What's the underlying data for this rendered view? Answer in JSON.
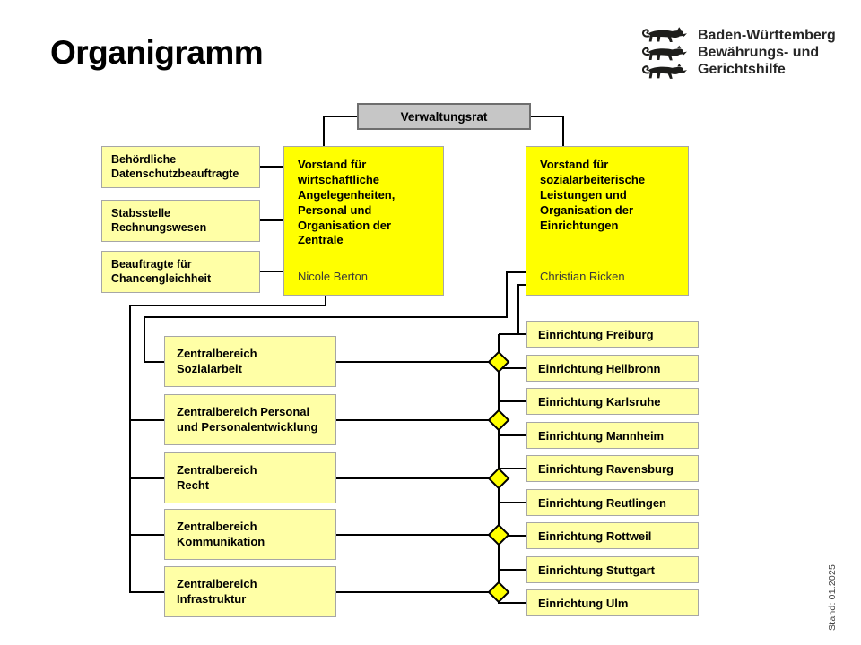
{
  "page": {
    "title": "Organigramm",
    "stand_note": "Stand: 01.2025"
  },
  "logo": {
    "icon": "bw-lions-icon",
    "text": "Baden-Württemberg\nBewährungs- und\nGerichtshilfe"
  },
  "board": {
    "label": "Verwaltungsrat"
  },
  "vorstand_left": {
    "title": "Vorstand für\nwirtschaftliche\nAngelegenheiten,\nPersonal und\nOrganisation der\nZentrale",
    "name": "Nicole Berton"
  },
  "vorstand_right": {
    "title": "Vorstand für\nsozialarbeiterische\nLeistungen und\nOrganisation der\nEinrichtungen",
    "name": "Christian Ricken"
  },
  "staff_units": [
    "Behördliche\nDatenschutzbeauftragte",
    "Stabsstelle\nRechnungswesen",
    "Beauftragte für\nChancengleichheit"
  ],
  "zentralbereiche": [
    "Zentralbereich\nSozialarbeit",
    "Zentralbereich Personal\nund Personalentwicklung",
    "Zentralbereich\nRecht",
    "Zentralbereich\nKommunikation",
    "Zentralbereich\nInfrastruktur"
  ],
  "einrichtungen": [
    "Einrichtung Freiburg",
    "Einrichtung Heilbronn",
    "Einrichtung Karlsruhe",
    "Einrichtung Mannheim",
    "Einrichtung Ravensburg",
    "Einrichtung Reutlingen",
    "Einrichtung Rottweil",
    "Einrichtung Stuttgart",
    "Einrichtung Ulm"
  ],
  "colors": {
    "highlight_yellow": "#FFFF00",
    "panel_yellow": "#FFFFA6",
    "board_gray": "#C6C6C6",
    "line_black": "#000000"
  }
}
